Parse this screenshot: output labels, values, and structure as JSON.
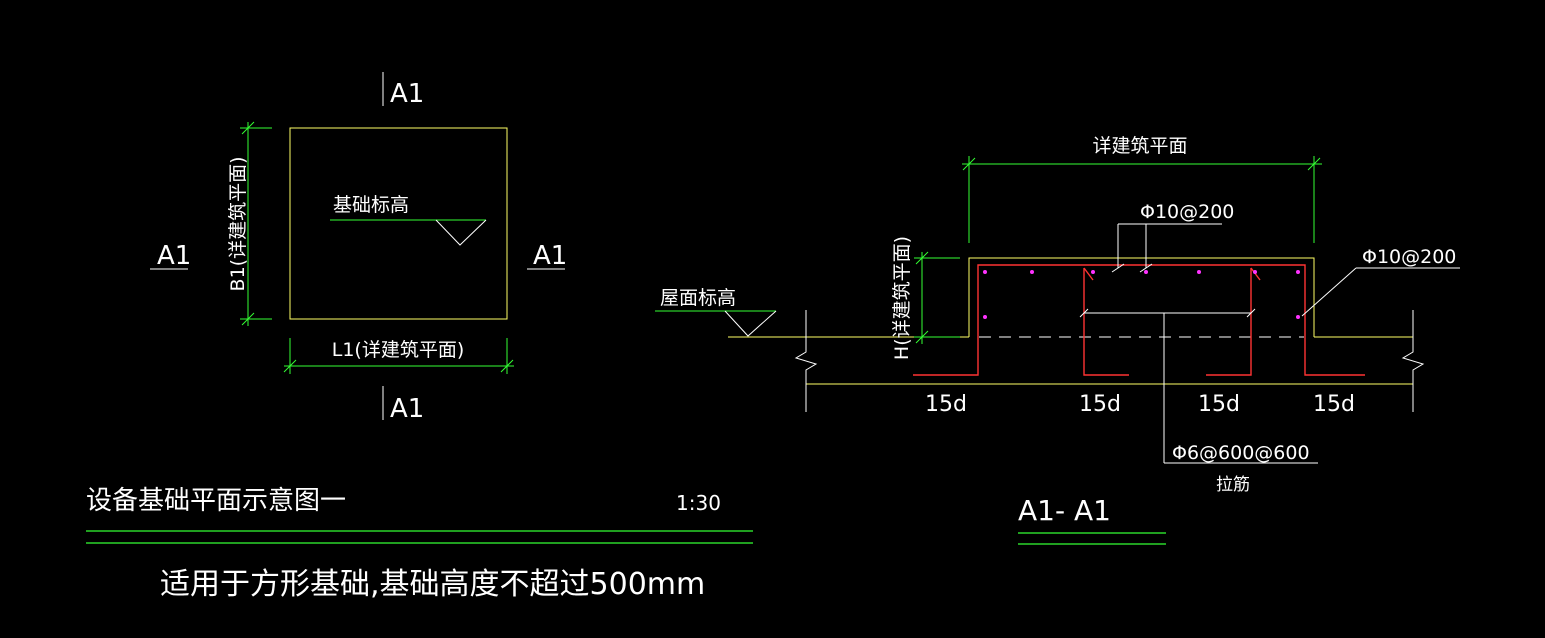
{
  "plan": {
    "section_mark_top": "A1",
    "section_mark_bottom": "A1",
    "section_mark_left": "A1",
    "section_mark_right": "A1",
    "dim_b1": "B1(详建筑平面)",
    "dim_l1": "L1(详建筑平面)",
    "elev_label": "基础标高"
  },
  "section": {
    "top_dim": "详建筑平面",
    "rebar_top": "Φ10@200",
    "rebar_right": "Φ10@200",
    "height_dim": "H(详建筑平面)",
    "roof_elev": "屋面标高",
    "anchor_1": "15d",
    "anchor_2": "15d",
    "anchor_3": "15d",
    "anchor_4": "15d",
    "tie_bar": "Φ6@600@600",
    "tie_label": "拉筋",
    "title": "A1- A1"
  },
  "footer": {
    "title": "设备基础平面示意图一",
    "scale": "1:30",
    "note": "适用于方形基础,基础高度不超过500mm"
  },
  "colors": {
    "yellow": "#ffff66",
    "green": "#33ff33",
    "red": "#ff3333",
    "white": "#ffffff",
    "magenta": "#ff33ff"
  }
}
